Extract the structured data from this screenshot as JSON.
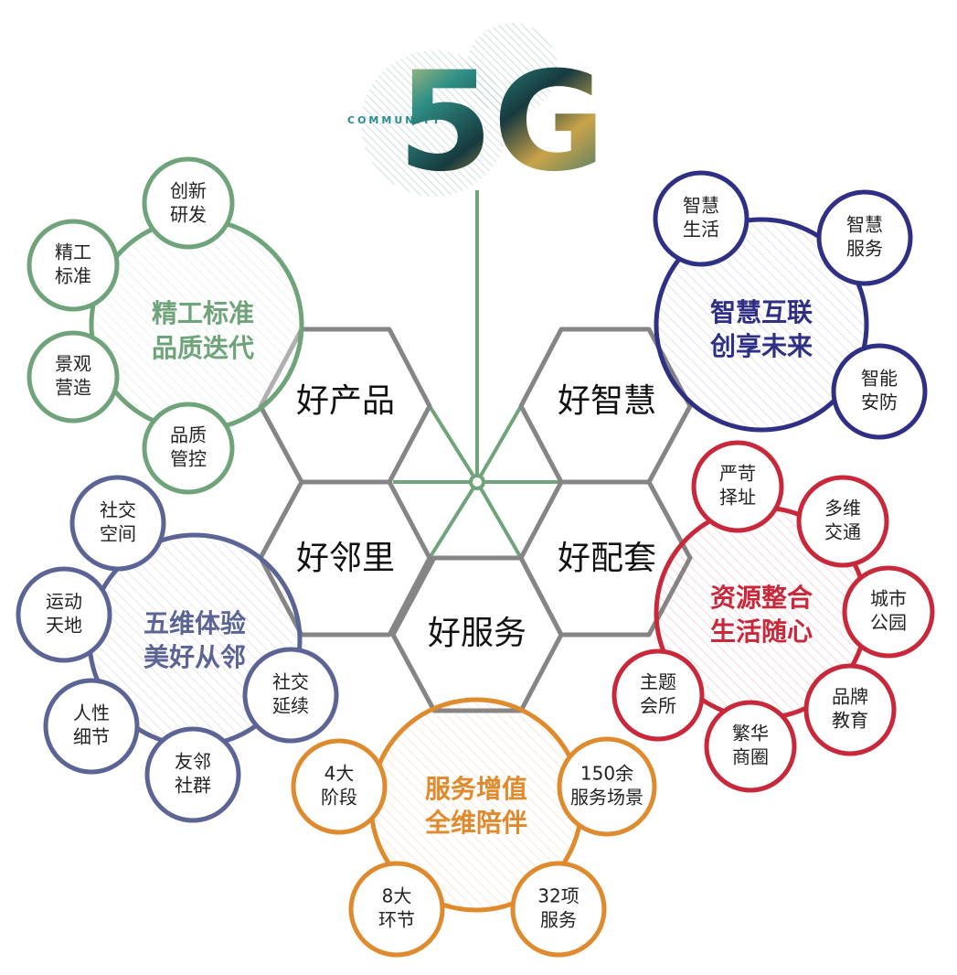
{
  "logo": {
    "community": "COMMUNITY",
    "mark": "5G"
  },
  "hexes": [
    {
      "id": "product",
      "label": "好产品"
    },
    {
      "id": "smart",
      "label": "好智慧"
    },
    {
      "id": "neighbor",
      "label": "好邻里"
    },
    {
      "id": "facility",
      "label": "好配套"
    },
    {
      "id": "service",
      "label": "好服务"
    }
  ],
  "clusters": [
    {
      "id": "product",
      "color": "#6fa37a",
      "title": [
        "精工标准",
        "品质迭代"
      ],
      "satellites": [
        [
          "创新",
          "研发"
        ],
        [
          "精工",
          "标准"
        ],
        [
          "景观",
          "营造"
        ],
        [
          "品质",
          "管控"
        ]
      ]
    },
    {
      "id": "smart",
      "color": "#2e2f85",
      "title": [
        "智慧互联",
        "创享未来"
      ],
      "satellites": [
        [
          "智慧",
          "生活"
        ],
        [
          "智慧",
          "服务"
        ],
        [
          "智能",
          "安防"
        ]
      ]
    },
    {
      "id": "neighbor",
      "color": "#5b6494",
      "title": [
        "五维体验",
        "美好从邻"
      ],
      "satellites": [
        [
          "社交",
          "空间"
        ],
        [
          "运动",
          "天地"
        ],
        [
          "人性",
          "细节"
        ],
        [
          "友邻",
          "社群"
        ],
        [
          "社交",
          "延续"
        ]
      ]
    },
    {
      "id": "facility",
      "color": "#c8283a",
      "title": [
        "资源整合",
        "生活随心"
      ],
      "satellites": [
        [
          "严苛",
          "择址"
        ],
        [
          "多维",
          "交通"
        ],
        [
          "城市",
          "公园"
        ],
        [
          "品牌",
          "教育"
        ],
        [
          "繁华",
          "商圈"
        ],
        [
          "主题",
          "会所"
        ]
      ]
    },
    {
      "id": "service",
      "color": "#df8a2c",
      "title": [
        "服务增值",
        "全维陪伴"
      ],
      "satellites": [
        [
          "4大",
          "阶段"
        ],
        [
          "150余",
          "服务场景"
        ],
        [
          "8大",
          "环节"
        ],
        [
          "32项",
          "服务"
        ]
      ]
    }
  ]
}
